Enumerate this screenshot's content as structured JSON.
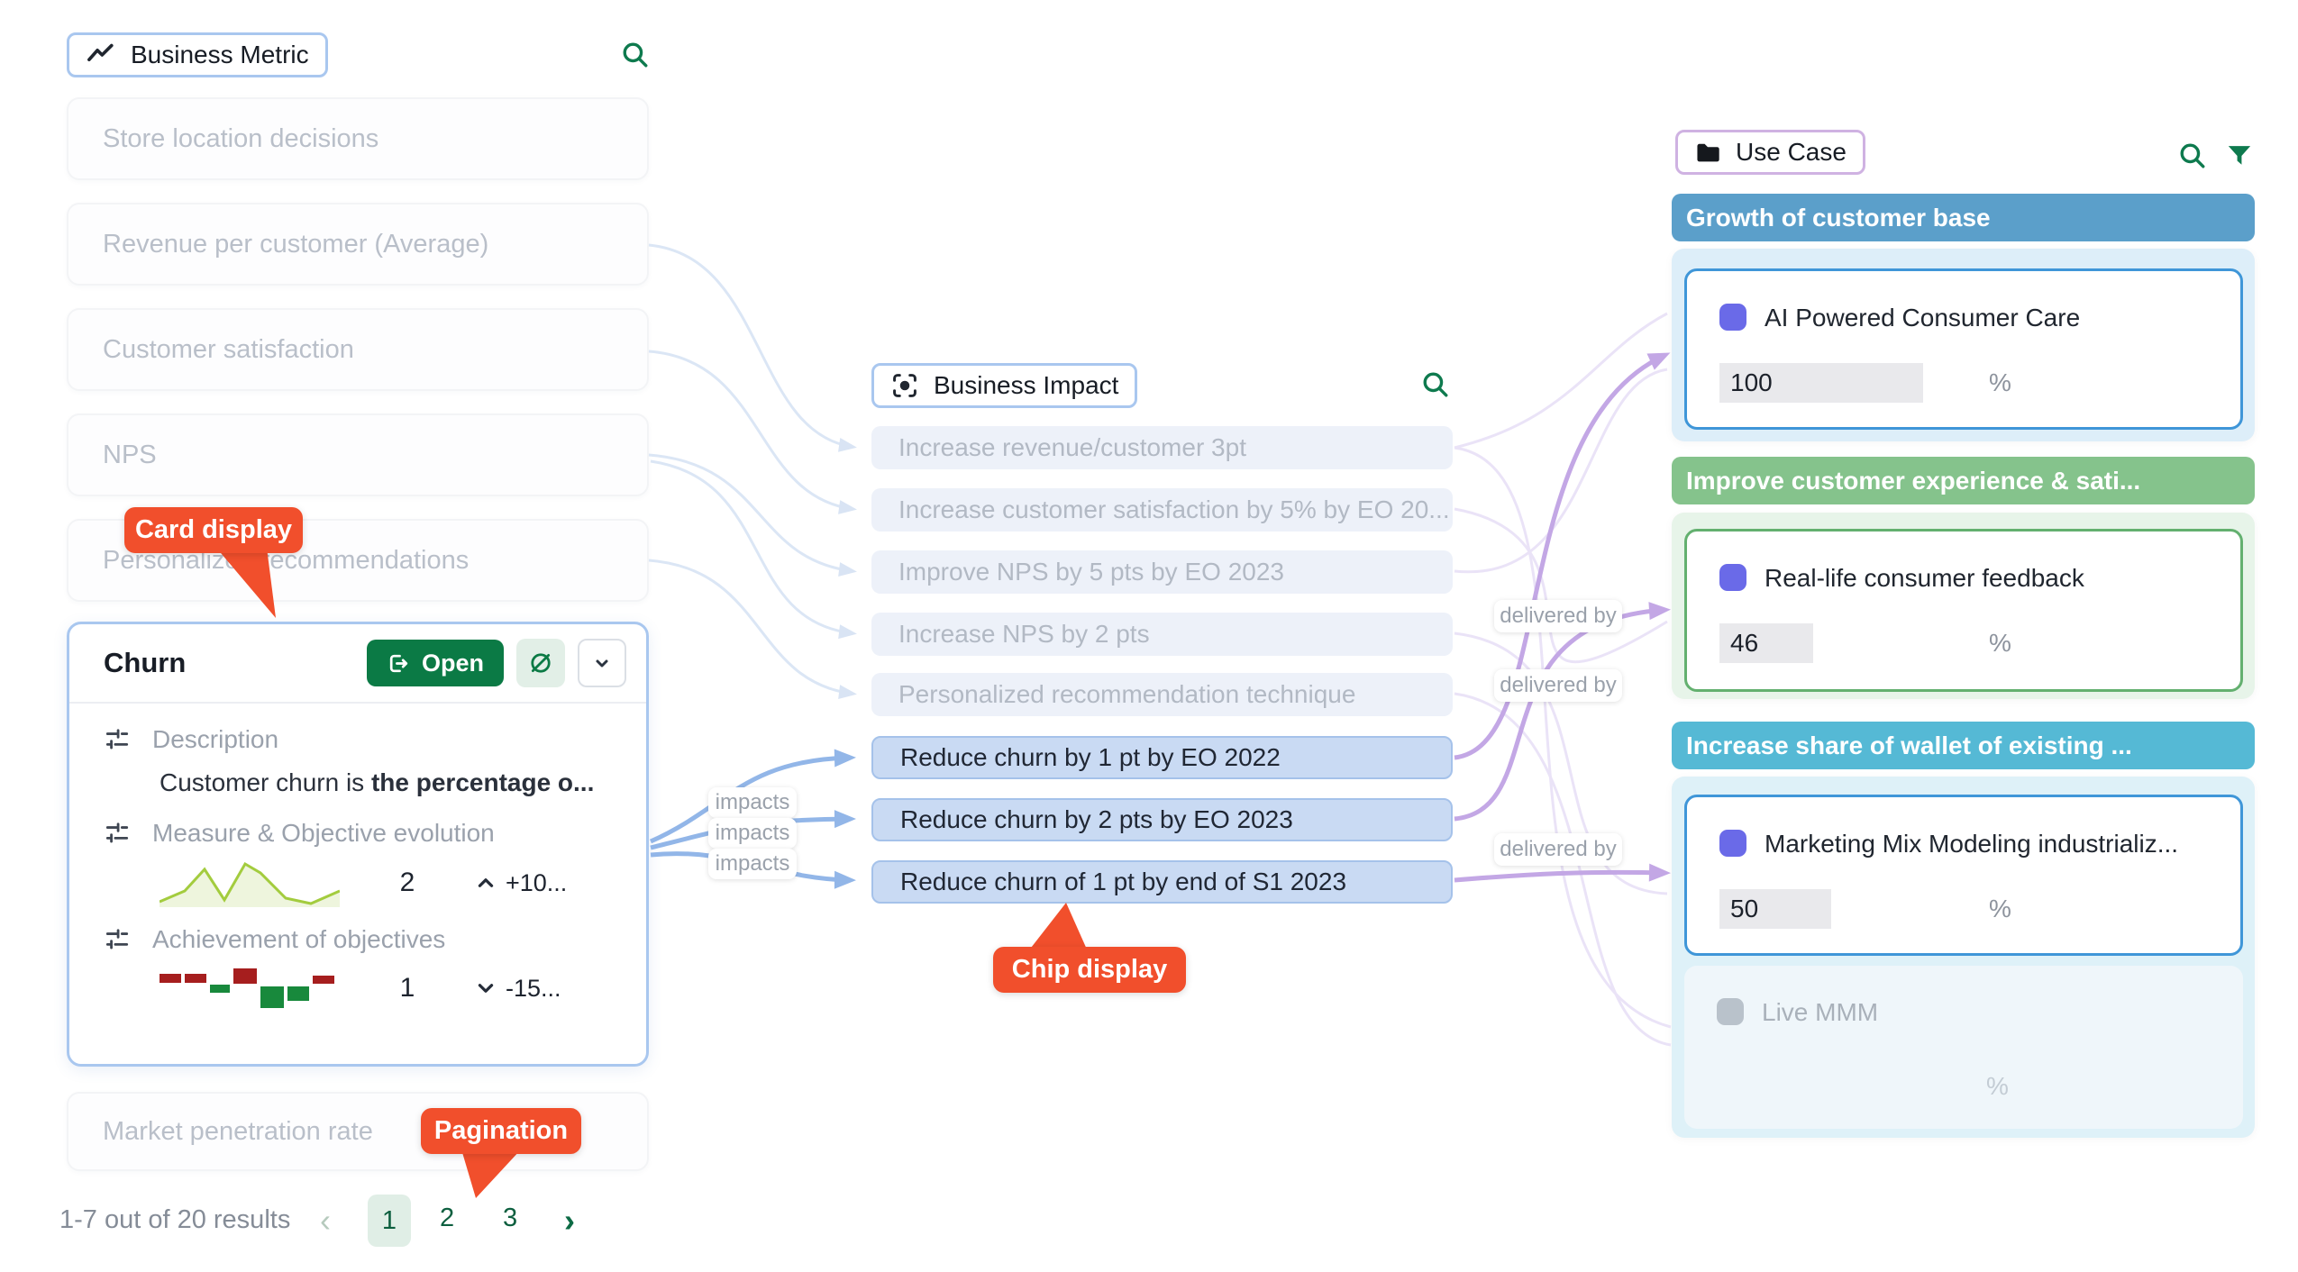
{
  "metric_panel": {
    "header_label": "Business Metric",
    "items": [
      "Store location decisions",
      "Revenue per customer (Average)",
      "Customer satisfaction",
      "NPS",
      "Personalized recommendations"
    ],
    "bottom_item": "Market penetration rate",
    "churn_card": {
      "title": "Churn",
      "open_label": "Open",
      "description_label": "Description",
      "description_prefix": "Customer churn is ",
      "description_bold": "the percentage o...",
      "measure_label": "Measure & Objective evolution",
      "measure_value": "2",
      "measure_delta": "+10...",
      "achievement_label": "Achievement of objectives",
      "achievement_value": "1",
      "achievement_delta": "-15..."
    },
    "pagination": {
      "summary": "1-7 out of 20 results",
      "prev": "‹",
      "next": "›",
      "pages": [
        "1",
        "2",
        "3"
      ],
      "active_page": "1"
    }
  },
  "impact_panel": {
    "header_label": "Business Impact",
    "chips": [
      {
        "label": "Increase revenue/customer 3pt",
        "state": "faded"
      },
      {
        "label": "Increase customer satisfaction by 5% by EO 20...",
        "state": "faded"
      },
      {
        "label": "Improve NPS by 5 pts by EO 2023",
        "state": "faded"
      },
      {
        "label": "Increase NPS by 2 pts",
        "state": "faded"
      },
      {
        "label": "Personalized recommendation technique",
        "state": "faded"
      },
      {
        "label": "Reduce churn by 1 pt by EO 2022",
        "state": "active"
      },
      {
        "label": "Reduce churn by 2 pts by EO 2023",
        "state": "active"
      },
      {
        "label": "Reduce churn of 1 pt by end of S1 2023",
        "state": "active"
      }
    ]
  },
  "usecase_panel": {
    "header_label": "Use Case",
    "groups": [
      {
        "title": "Growth of customer base",
        "header_color": "#5b9fca",
        "cards": [
          {
            "title": "AI Powered Consumer Care",
            "value": "100",
            "unit": "%",
            "state": "active"
          }
        ]
      },
      {
        "title": "Improve customer experience & sati...",
        "header_color": "#85c38c",
        "cards": [
          {
            "title": "Real-life consumer feedback",
            "value": "46",
            "unit": "%",
            "state": "active"
          }
        ]
      },
      {
        "title": "Increase share of wallet of existing ...",
        "header_color": "#55b9d5",
        "cards": [
          {
            "title": "Marketing Mix Modeling industrializ...",
            "value": "50",
            "unit": "%",
            "state": "active"
          },
          {
            "title": "Live MMM",
            "value": "",
            "unit": "%",
            "state": "disabled"
          }
        ]
      }
    ]
  },
  "edges": {
    "impacts_label": "impacts",
    "delivered_by_label": "delivered by"
  },
  "callouts": {
    "card_display": "Card display",
    "chip_display": "Chip display",
    "pagination": "Pagination"
  }
}
